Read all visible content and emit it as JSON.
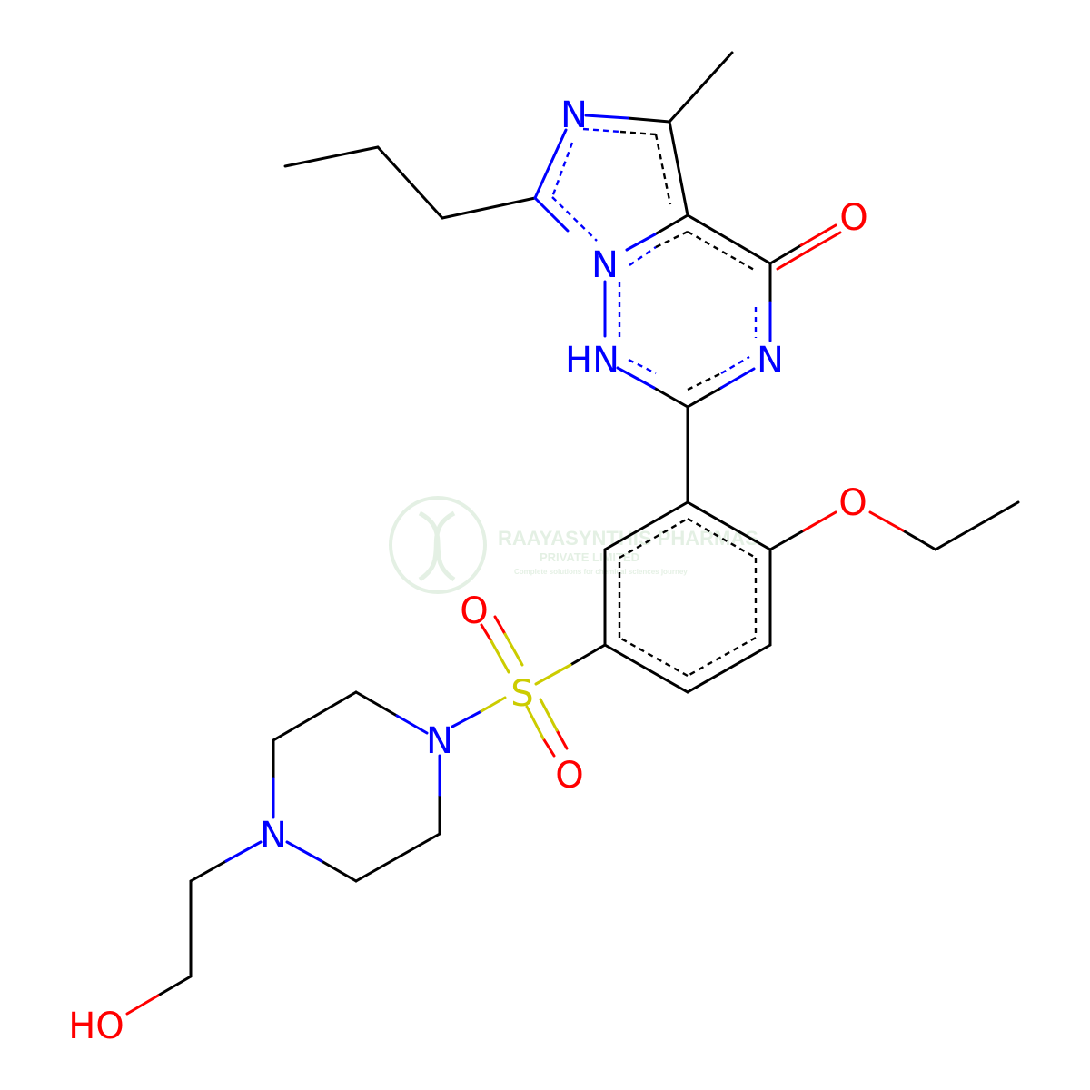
{
  "colors": {
    "carbon": "#000000",
    "nitrogen": "#0000ff",
    "oxygen": "#ff0000",
    "sulfur": "#cccc00",
    "watermark": "#cfe5cf"
  },
  "atoms": {
    "n_imidazole": "N",
    "n_bridge": "N",
    "n_h": "HN",
    "n_ring": "N",
    "o_carbonyl": "O",
    "o_ether": "O",
    "s_sulfonyl": "S",
    "o_sulfonyl_1": "O",
    "o_sulfonyl_2": "O",
    "n_piperazine_1": "N",
    "n_piperazine_2": "N",
    "oh_hydroxyl": "HO"
  },
  "watermark": {
    "company": "RAAYASYNTHIS PHARMAS",
    "subtitle": "PRIVATE LIMITED",
    "tagline": "Complete solutions for chemical sciences journey",
    "logo": "dna-helix-icon"
  }
}
